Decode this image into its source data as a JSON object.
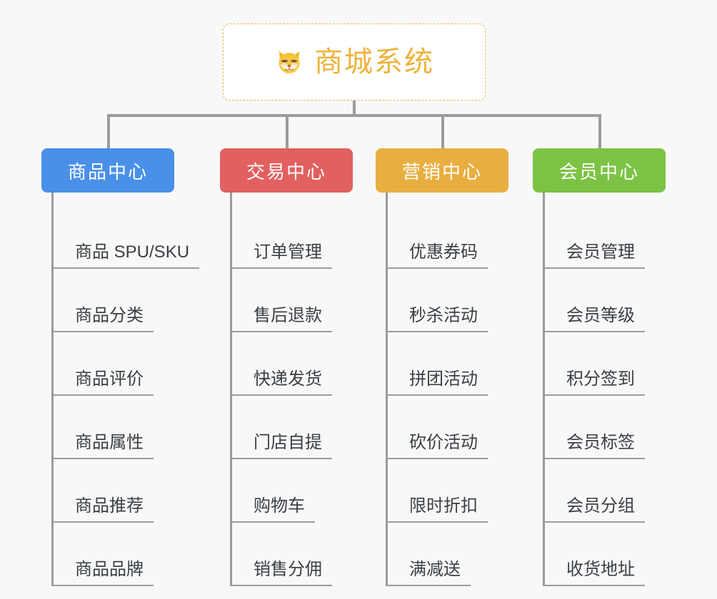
{
  "background_color": "#f8f8f8",
  "root": {
    "icon": "shiba-dog-face-icon",
    "title": "商城系统",
    "title_color": "#eeb33c",
    "border_color": "#e9b55a",
    "border_style": "dashed",
    "background_color": "#ffffff"
  },
  "connector_color": "#9b9b9b",
  "columns": [
    {
      "id": "product-center",
      "label": "商品中心",
      "color": "#4a90e8",
      "items": [
        "商品 SPU/SKU",
        "商品分类",
        "商品评价",
        "商品属性",
        "商品推荐",
        "商品品牌"
      ]
    },
    {
      "id": "trade-center",
      "label": "交易中心",
      "color": "#e2605f",
      "items": [
        "订单管理",
        "售后退款",
        "快递发货",
        "门店自提",
        "购物车",
        "销售分佣"
      ]
    },
    {
      "id": "marketing-center",
      "label": "营销中心",
      "color": "#e9ae40",
      "items": [
        "优惠券码",
        "秒杀活动",
        "拼团活动",
        "砍价活动",
        "限时折扣",
        "满减送"
      ]
    },
    {
      "id": "member-center",
      "label": "会员中心",
      "color": "#7cc345",
      "items": [
        "会员管理",
        "会员等级",
        "积分签到",
        "会员标签",
        "会员分组",
        "收货地址"
      ]
    }
  ]
}
